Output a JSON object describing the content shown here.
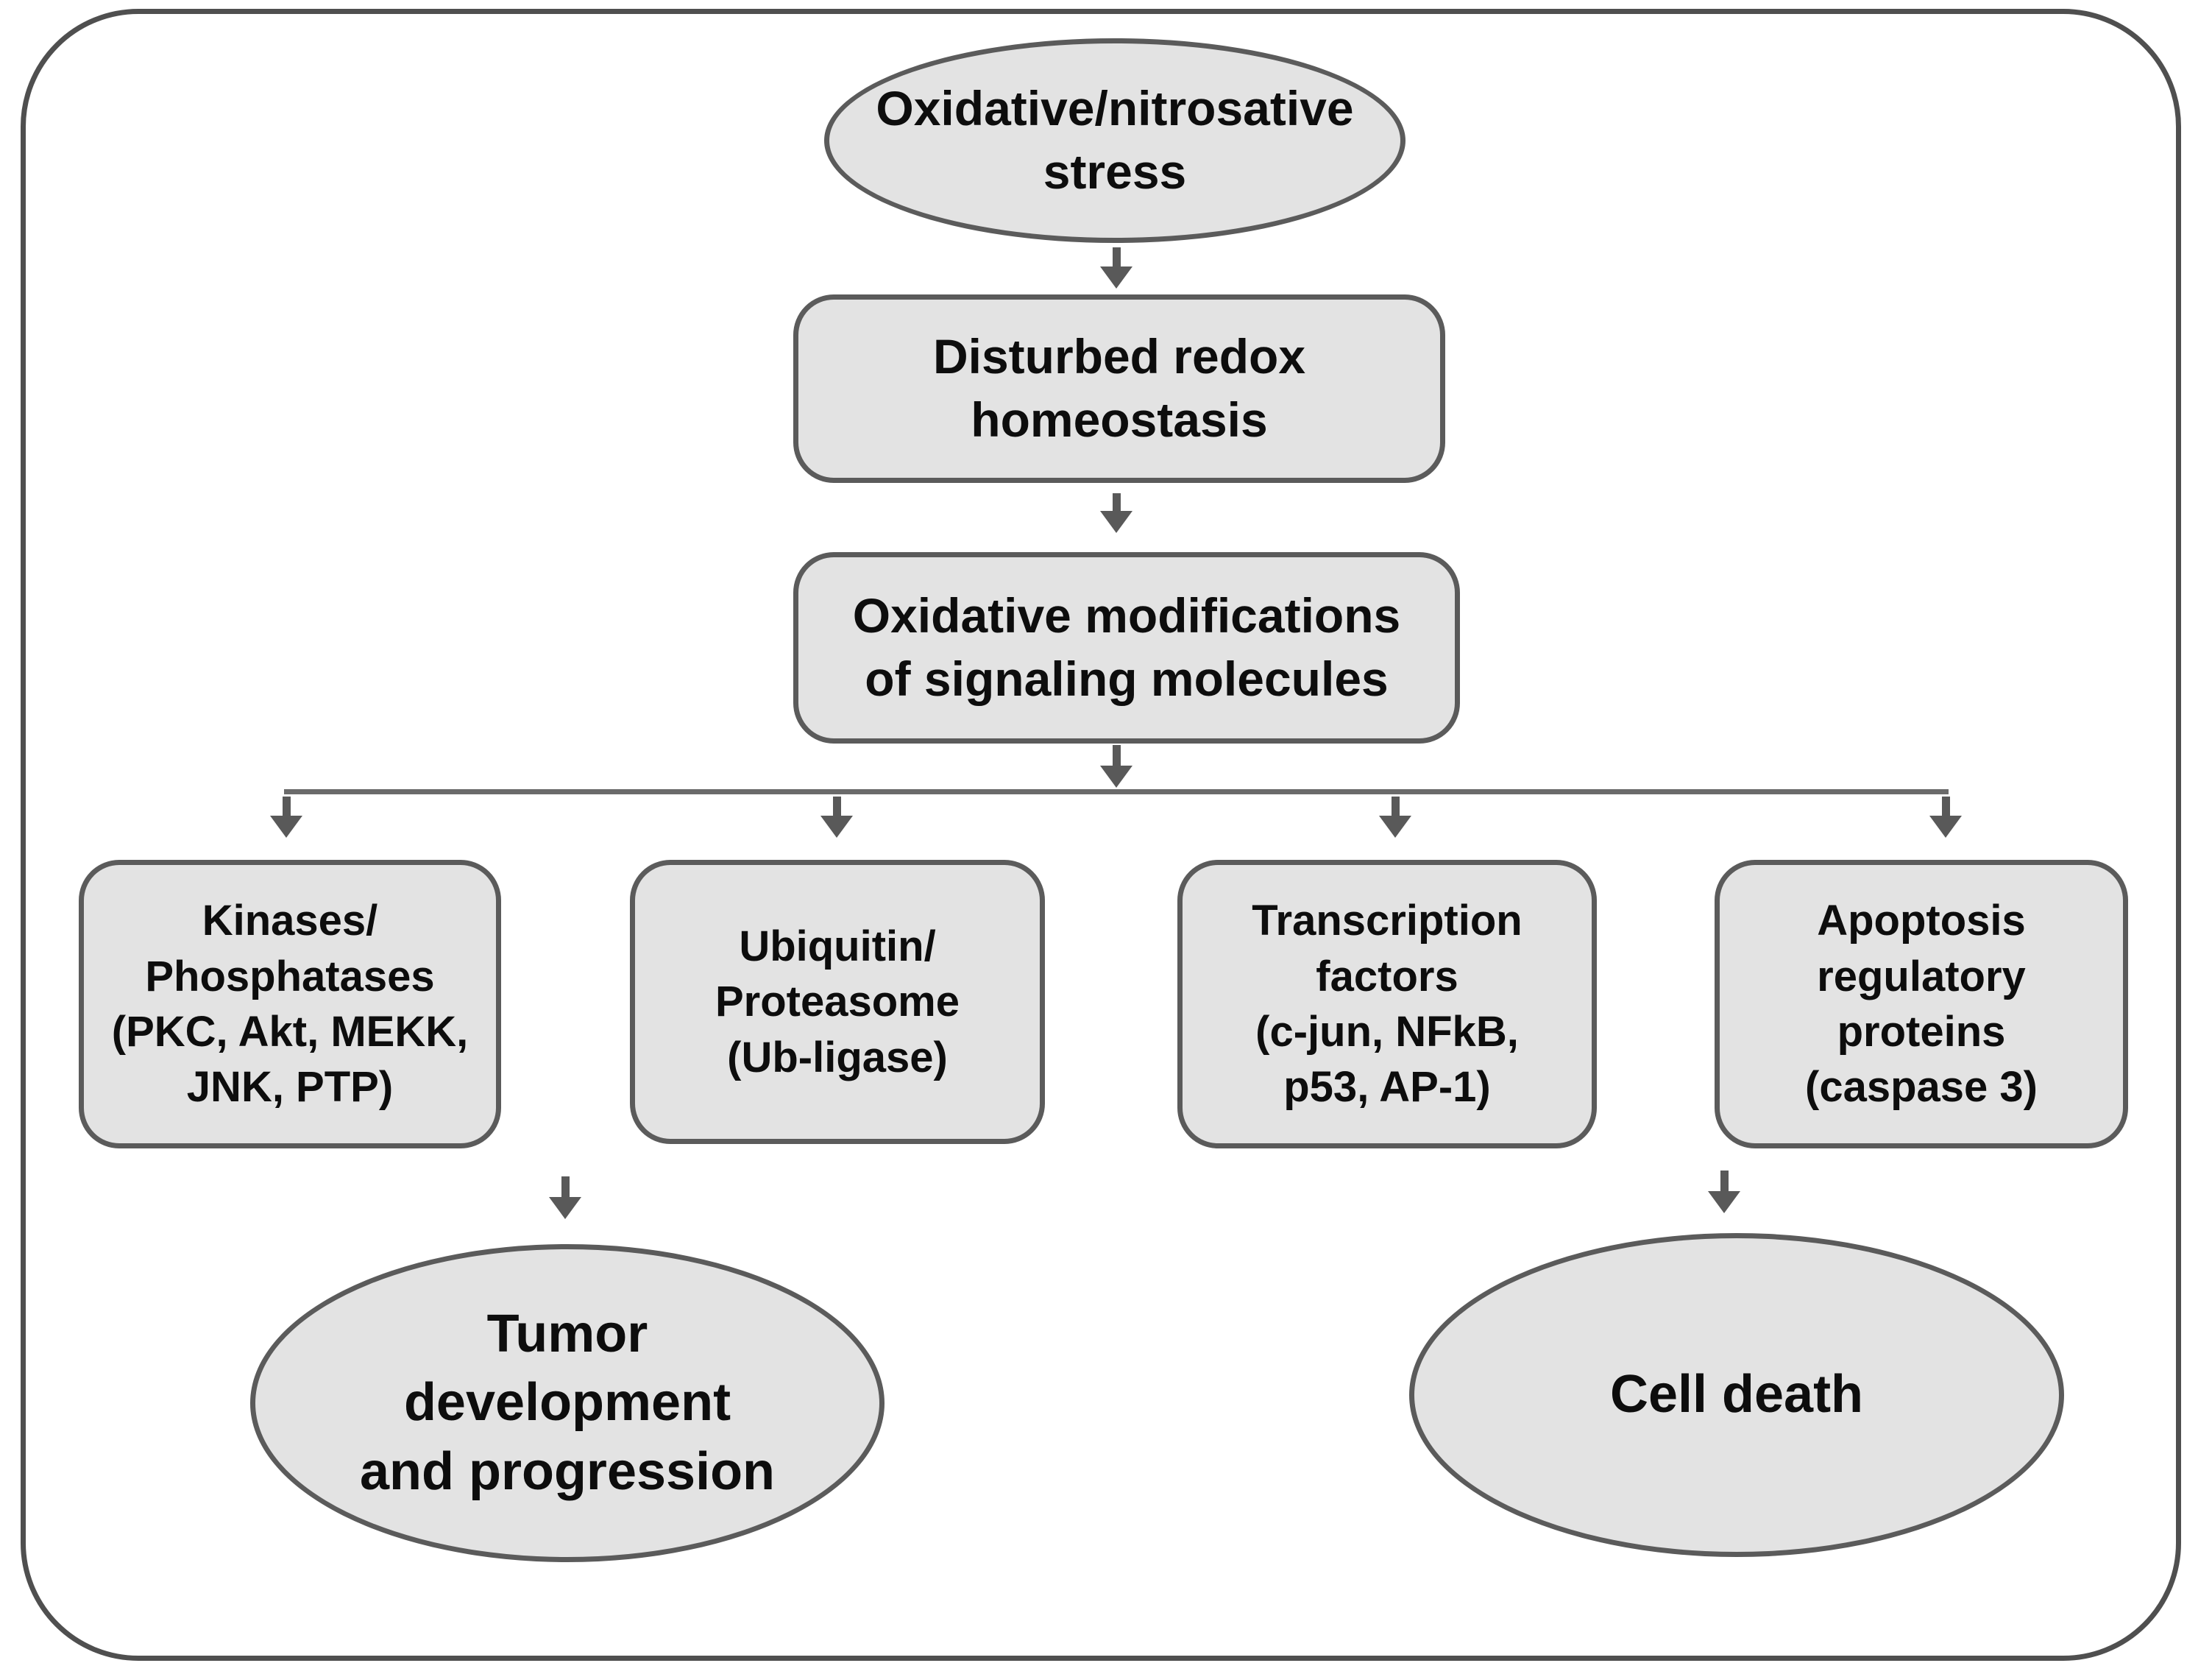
{
  "diagram": {
    "description": "Flowchart of oxidative/nitrosative stress signaling outcomes",
    "colors": {
      "node_fill": "#e3e3e3",
      "node_border": "#5b5b5b",
      "frame_border": "#4f4f4f",
      "arrow": "#595959",
      "text": "#0d0d0d",
      "background": "#ffffff"
    },
    "nodes": {
      "stress": {
        "shape": "ellipse",
        "label": "Oxidative/nitrosative\nstress"
      },
      "redox": {
        "shape": "rounded-rect",
        "label": "Disturbed redox\nhomeostasis"
      },
      "oxidative_mods": {
        "shape": "rounded-rect",
        "label": "Oxidative modifications\nof signaling molecules"
      },
      "kinases": {
        "shape": "rounded-rect",
        "label": "Kinases/\nPhosphatases\n(PKC, Akt, MEKK,\nJNK, PTP)"
      },
      "ubiquitin": {
        "shape": "rounded-rect",
        "label": "Ubiquitin/\nProteasome\n(Ub-ligase)"
      },
      "transcription": {
        "shape": "rounded-rect",
        "label": "Transcription\nfactors\n(c-jun, NFkB,\np53, AP-1)"
      },
      "apoptosis": {
        "shape": "rounded-rect",
        "label": "Apoptosis\nregulatory\nproteins\n(caspase 3)"
      },
      "tumor": {
        "shape": "ellipse",
        "label": "Tumor\ndevelopment\nand progression"
      },
      "cell_death": {
        "shape": "ellipse",
        "label": "Cell death"
      }
    },
    "edges": [
      {
        "from": "stress",
        "to": "redox"
      },
      {
        "from": "redox",
        "to": "oxidative_mods"
      },
      {
        "from": "oxidative_mods",
        "to": "kinases"
      },
      {
        "from": "oxidative_mods",
        "to": "ubiquitin"
      },
      {
        "from": "oxidative_mods",
        "to": "transcription"
      },
      {
        "from": "oxidative_mods",
        "to": "apoptosis"
      },
      {
        "from": "branch",
        "to": "tumor"
      },
      {
        "from": "branch",
        "to": "cell_death"
      }
    ]
  }
}
